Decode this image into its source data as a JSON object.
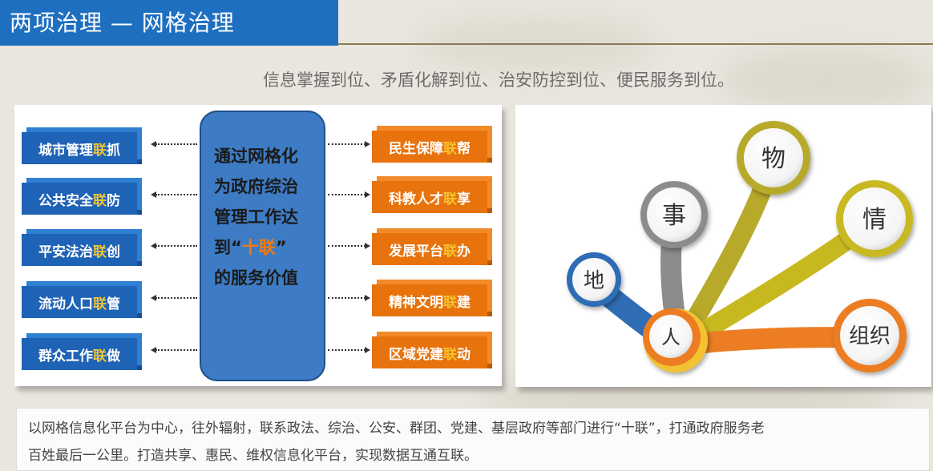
{
  "header": {
    "title": "两项治理 — 网格治理"
  },
  "subtitle": "信息掌握到位、矛盾化解到位、治安防控到位、便民服务到位。",
  "left_boxes": [
    {
      "pre": "城市管理",
      "hl": "联",
      "post": "抓"
    },
    {
      "pre": "公共安全",
      "hl": "联",
      "post": "防"
    },
    {
      "pre": "平安法治",
      "hl": "联",
      "post": "创"
    },
    {
      "pre": "流动人口",
      "hl": "联",
      "post": "管"
    },
    {
      "pre": "群众工作",
      "hl": "联",
      "post": "做"
    }
  ],
  "right_boxes": [
    {
      "pre": "民生保障",
      "hl": "联",
      "post": "帮"
    },
    {
      "pre": "科教人才",
      "hl": "联",
      "post": "享"
    },
    {
      "pre": "发展平台",
      "hl": "联",
      "post": "办"
    },
    {
      "pre": "精神文明",
      "hl": "联",
      "post": "建"
    },
    {
      "pre": "区域党建",
      "hl": "联",
      "post": "动"
    }
  ],
  "center": {
    "line1": "通过网格化",
    "line2": "为政府综治",
    "line3": "管理工作达",
    "line4_pre": "到“",
    "line4_hl": "十联",
    "line4_post": "”",
    "line5": "的服务价值"
  },
  "fan": {
    "hub": "人",
    "bubbles": [
      "地",
      "事",
      "物",
      "情",
      "组织"
    ]
  },
  "bottom": {
    "line1": "以网格信息化平台为中心，往外辐射，联系政法、综治、公安、群团、党建、基层政府等部门进行“十联”，打通政府服务老",
    "line2": "百姓最后一公里。打造共享、惠民、维权信息化平台，实现数据互通互联。"
  },
  "colors": {
    "blue": "#1e63b6",
    "orange": "#e8720b",
    "highlight": "#f4c430",
    "header": "#1f6fc1"
  }
}
